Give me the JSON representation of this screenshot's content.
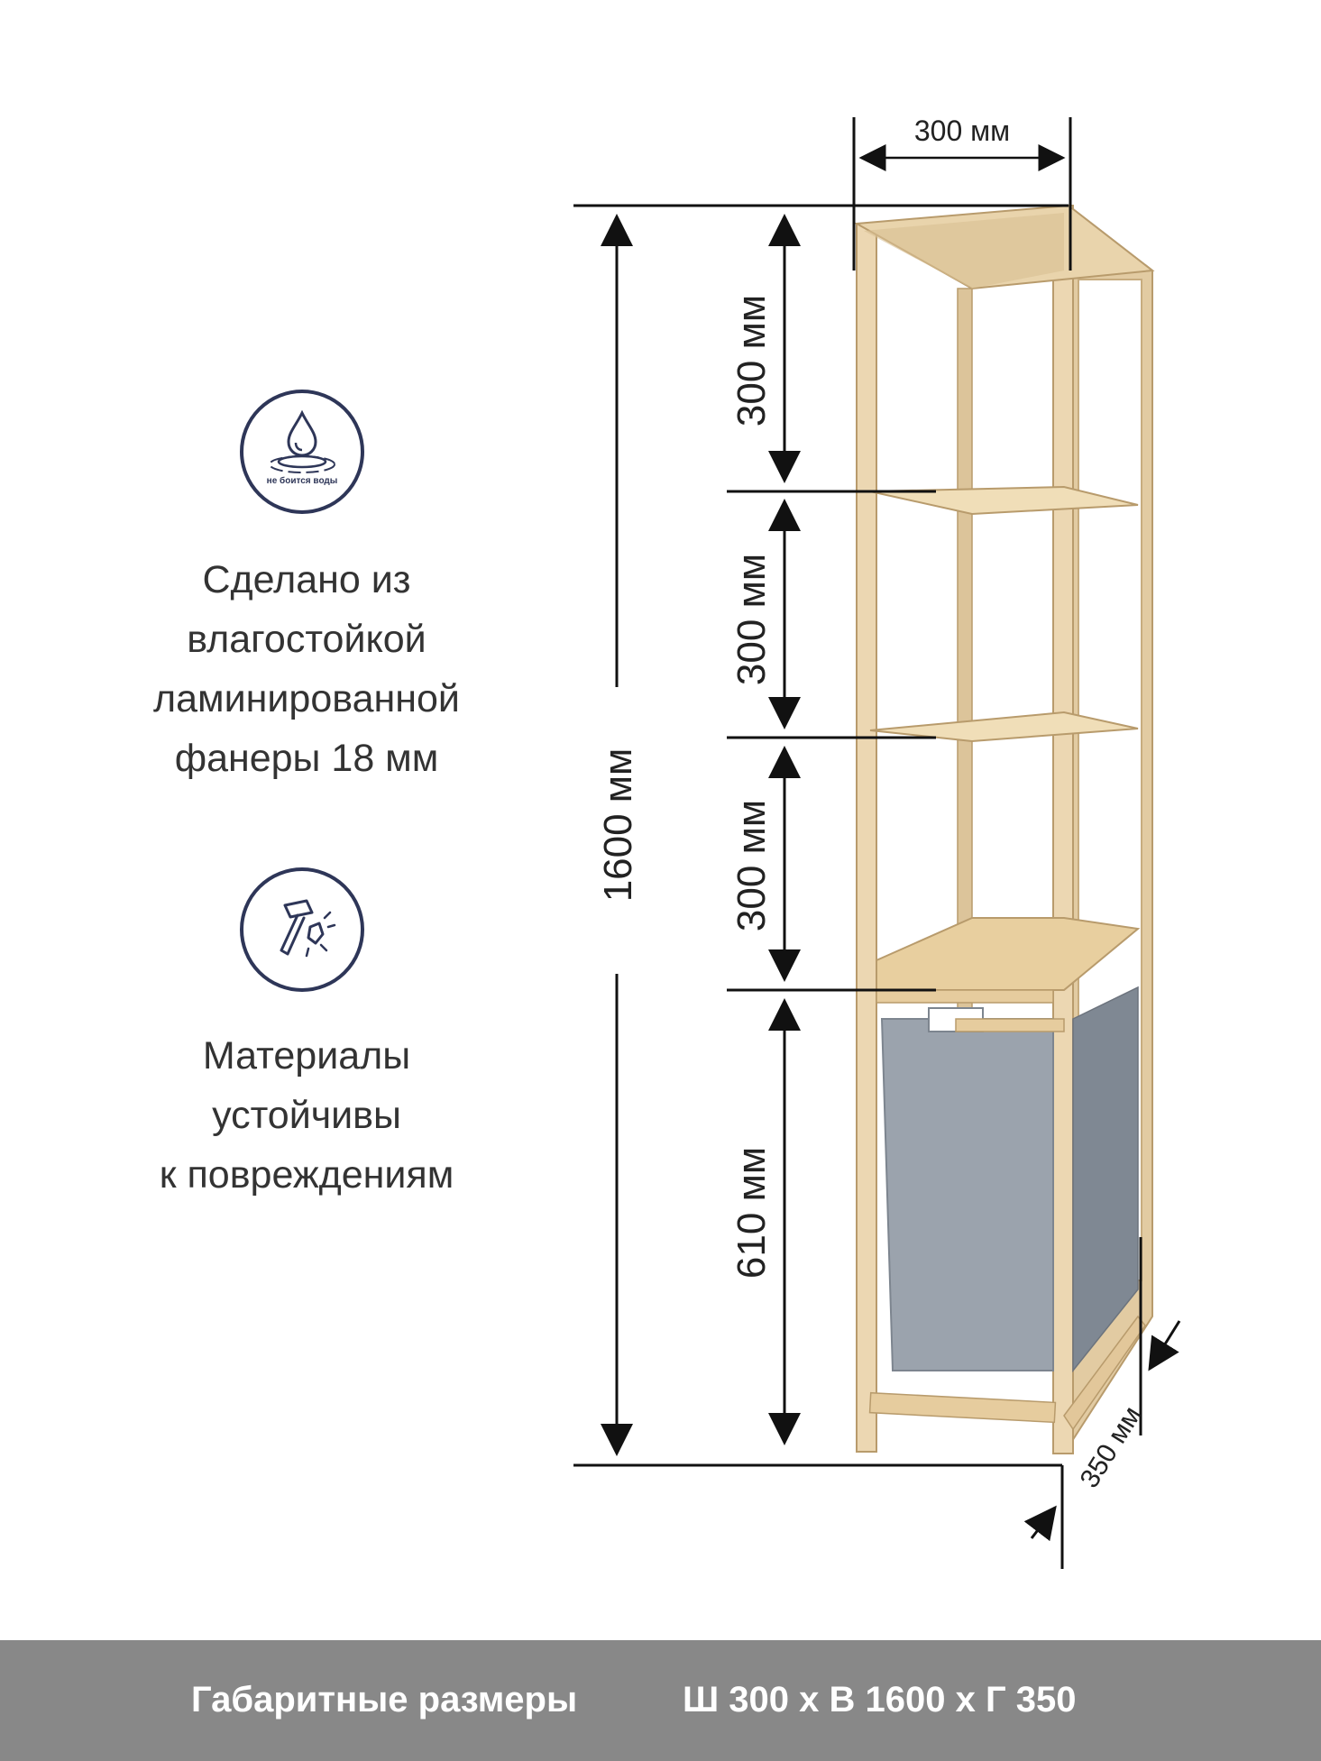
{
  "features": [
    {
      "icon": "water-drop-icon",
      "badge_text": "не боится\nводы",
      "text": "Сделано из\nвлагостойкой\nламинированной\nфанеры 18 мм"
    },
    {
      "icon": "hammer-impact-icon",
      "text": "Материалы\nустойчивы\nк повреждениям"
    }
  ],
  "dimensions": {
    "width": "300 мм",
    "total_height": "1600 мм",
    "shelf_1": "300 мм",
    "shelf_2": "300 мм",
    "shelf_3": "300 мм",
    "basket": "610 мм",
    "depth": "350 мм"
  },
  "footer": {
    "label": "Габаритные размеры",
    "value": "Ш 300 x В 1600 x Г 350"
  },
  "colors": {
    "icon": "#2e3658",
    "wood": "#e9d5b0",
    "fabric": "#9ba3ad",
    "footer_bg": "#888888"
  }
}
